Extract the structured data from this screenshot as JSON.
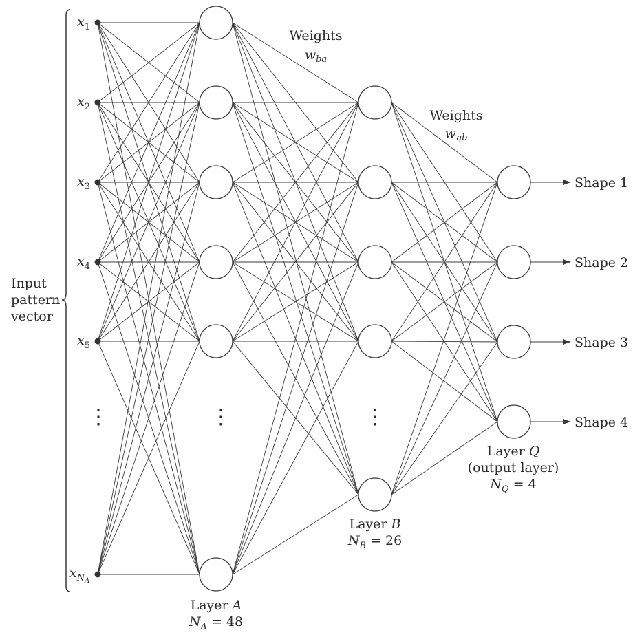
{
  "input": {
    "group_label_lines": [
      "Input",
      "pattern",
      "vector"
    ],
    "node_labels": [
      {
        "base": "x",
        "sub": "1"
      },
      {
        "base": "x",
        "sub": "2"
      },
      {
        "base": "x",
        "sub": "3"
      },
      {
        "base": "x",
        "sub": "4"
      },
      {
        "base": "x",
        "sub": "5"
      },
      {
        "base": "x",
        "sub": "N",
        "subsub": "A"
      }
    ]
  },
  "layer_a": {
    "name": "Layer ",
    "letter": "A",
    "count": {
      "var": "N",
      "sub": "A",
      "eq": " = 48"
    }
  },
  "layer_b": {
    "name": "Layer ",
    "letter": "B",
    "count": {
      "var": "N",
      "sub": "B",
      "eq": " = 26"
    }
  },
  "layer_q": {
    "name": "Layer ",
    "letter": "Q",
    "subtitle": "(output layer)",
    "count": {
      "var": "N",
      "sub": "Q",
      "eq": " = 4"
    }
  },
  "weights_ba": {
    "label": "Weights",
    "symbol": "w",
    "sub": "ba"
  },
  "weights_qb": {
    "label": "Weights",
    "symbol": "w",
    "sub": "qb"
  },
  "outputs": [
    "Shape 1",
    "Shape 2",
    "Shape 3",
    "Shape 4"
  ],
  "ellipsis": "⋮",
  "colors": {
    "line": "#3a3a3a",
    "text": "#2b2b2b",
    "node_fill": "#ffffff"
  }
}
